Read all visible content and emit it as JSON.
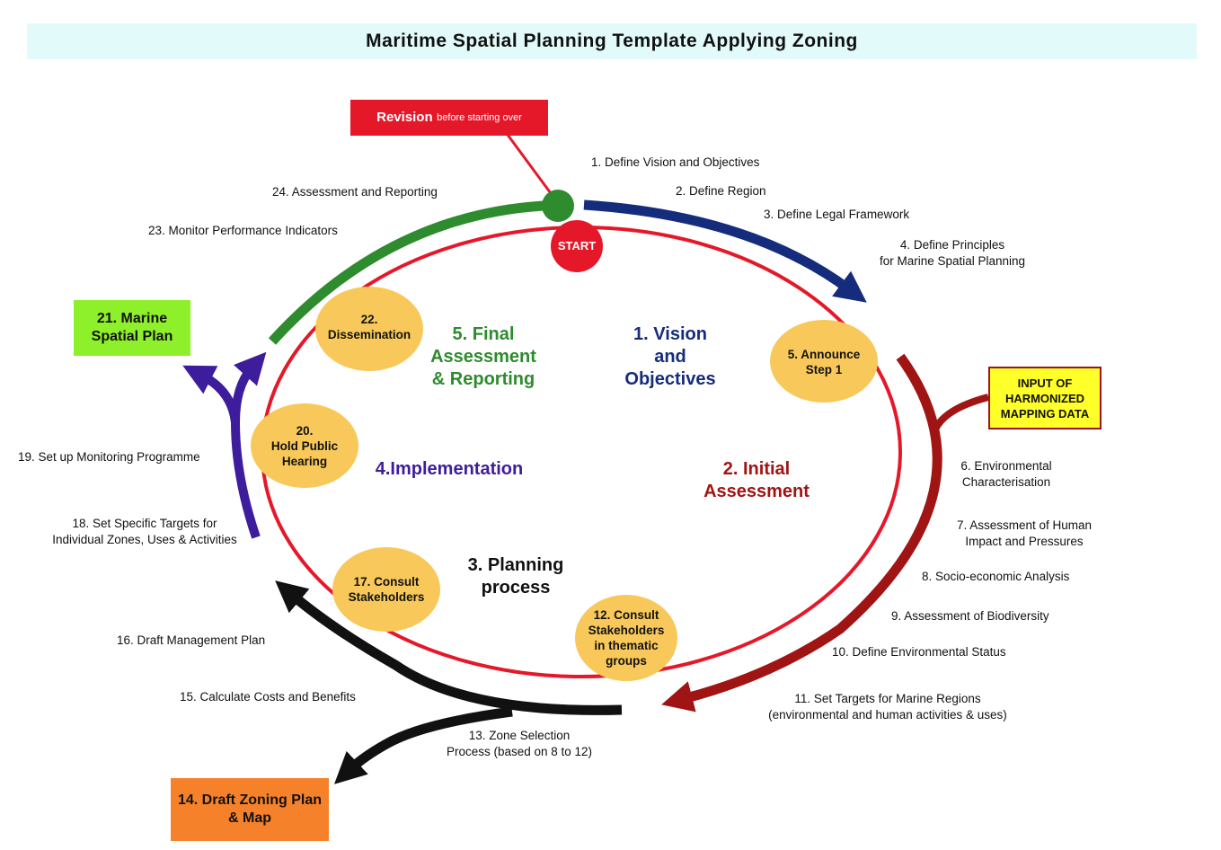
{
  "title": "Maritime Spatial Planning Template Applying Zoning",
  "revision": {
    "bold": "Revision",
    "small": "before starting over"
  },
  "start": "START",
  "phases": {
    "vision": [
      "1. Vision",
      "and",
      "Objectives"
    ],
    "initial": [
      "2. Initial",
      "Assessment"
    ],
    "planning": [
      "3. Planning",
      "process"
    ],
    "implementation": [
      "4.Implementation"
    ],
    "final": [
      "5. Final",
      "Assessment",
      "& Reporting"
    ]
  },
  "ovals": {
    "announce": [
      "5. Announce",
      "Step 1"
    ],
    "consult12": [
      "12. Consult",
      "Stakeholders",
      "in thematic",
      "groups"
    ],
    "consult17": [
      "17. Consult",
      "Stakeholders"
    ],
    "hearing": [
      "20.",
      "Hold Public",
      "Hearing"
    ],
    "dissemination": [
      "22.",
      "Dissemination"
    ]
  },
  "boxes": {
    "marine_plan": [
      "21. Marine",
      "Spatial Plan"
    ],
    "input_data": [
      "INPUT OF",
      "HARMONIZED",
      "MAPPING DATA"
    ],
    "zoning_plan": [
      "14. Draft Zoning Plan",
      "& Map"
    ]
  },
  "steps": {
    "s1": "1. Define Vision and Objectives",
    "s2": "2. Define Region",
    "s3": "3. Define Legal Framework",
    "s4": [
      "4. Define Principles",
      "for Marine Spatial Planning"
    ],
    "s6": [
      "6. Environmental",
      "Characterisation"
    ],
    "s7": [
      "7. Assessment of Human",
      "Impact and Pressures"
    ],
    "s8": "8. Socio-economic Analysis",
    "s9": "9. Assessment of Biodiversity",
    "s10": "10. Define Environmental Status",
    "s11": [
      "11. Set Targets for Marine Regions",
      "(environmental and human activities & uses)"
    ],
    "s13": [
      "13. Zone Selection",
      "Process (based on 8 to 12)"
    ],
    "s15": "15. Calculate Costs and Benefits",
    "s16": "16. Draft Management Plan",
    "s18": [
      "18. Set Specific Targets for",
      "Individual Zones, Uses & Activities"
    ],
    "s19": "19. Set up Monitoring Programme",
    "s23": "23. Monitor Performance Indicators",
    "s24": "24. Assessment and Reporting"
  },
  "colors": {
    "red": "#e5182a",
    "navy": "#152c7c",
    "darkred": "#a01414",
    "green": "#2e8b2e",
    "purple": "#3d1d9c",
    "black": "#111111",
    "oval": "#f8c85a",
    "lime": "#8ef02a",
    "yellow": "#ffff2a",
    "orange": "#f5822a",
    "title_bg": "#e3fafa"
  }
}
